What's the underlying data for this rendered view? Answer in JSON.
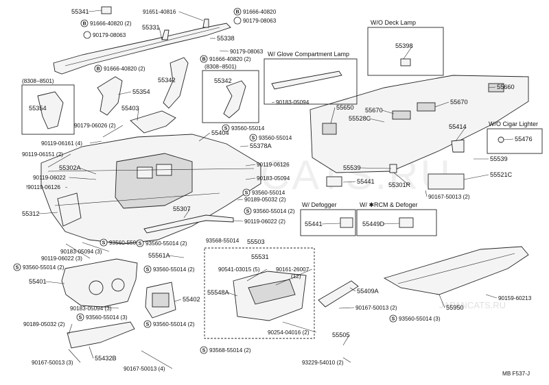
{
  "watermark": {
    "main": "JAPANCATS.RU",
    "sub": "JAPANCATS.RU"
  },
  "footer": {
    "code": "MB  F537-J"
  },
  "boxes": {
    "deck_lamp": "W/O Deck Lamp",
    "glove_lamp": "W/ Glove Compartment Lamp",
    "cigar_lighter": "W/O Cigar Lighter",
    "defogger": "W/ Defogger",
    "rcm_defogger": "W/ ✱RCM & Defoger",
    "range_left": "(8308−8501)",
    "range_mid": "(8308−8501)"
  },
  "labels": [
    {
      "id": "55341",
      "text": "55341"
    },
    {
      "id": "91666-40820-2a",
      "text": "91666-40820 (2)"
    },
    {
      "id": "90179-08063a",
      "text": "90179-08063"
    },
    {
      "id": "91651-40816",
      "text": "91651-40816"
    },
    {
      "id": "91666-40820a",
      "text": "91666-40820"
    },
    {
      "id": "90179-08063b",
      "text": "90179-08063"
    },
    {
      "id": "55331",
      "text": "55331"
    },
    {
      "id": "55338",
      "text": "55338"
    },
    {
      "id": "90179-08063c",
      "text": "90179-08063"
    },
    {
      "id": "91666-40820-2b",
      "text": "91666-40820 (2)"
    },
    {
      "id": "91666-40820-2c",
      "text": "91666-40820 (2)"
    },
    {
      "id": "55354a",
      "text": "55354"
    },
    {
      "id": "55354b",
      "text": "55354"
    },
    {
      "id": "55342a",
      "text": "55342"
    },
    {
      "id": "55342b",
      "text": "55342"
    },
    {
      "id": "55403",
      "text": "55403"
    },
    {
      "id": "90179-06026",
      "text": "90179-06026 (2)"
    },
    {
      "id": "90119-06161",
      "text": "90119-06161 (4)"
    },
    {
      "id": "90119-06151",
      "text": "90119-06151 (2)"
    },
    {
      "id": "55302A",
      "text": "55302A"
    },
    {
      "id": "90119-06022a",
      "text": "90119-06022"
    },
    {
      "id": "90119-06126a",
      "text": "!90119-06126"
    },
    {
      "id": "55312",
      "text": "55312"
    },
    {
      "id": "90183-05094a",
      "text": "90183-05094 (3)"
    },
    {
      "id": "90119-06022-3",
      "text": "90119-06022 (3)"
    },
    {
      "id": "93560-55014-4",
      "text": "93560-55014"
    },
    {
      "id": "93560-55014-2a",
      "text": "93560-55014 (2)"
    },
    {
      "id": "55401",
      "text": "55401"
    },
    {
      "id": "90183-05094-3",
      "text": "90183-05094 (3)"
    },
    {
      "id": "93560-55014-3a",
      "text": "93560-55014 (3)"
    },
    {
      "id": "90189-05032-2a",
      "text": "90189-05032 (2)"
    },
    {
      "id": "55432B",
      "text": "55432B"
    },
    {
      "id": "90167-50013-3",
      "text": "90167-50013 (3)"
    },
    {
      "id": "90167-50013-4",
      "text": "90167-50013 (4)"
    },
    {
      "id": "93560-55014-2b",
      "text": "93560-55014 (2)"
    },
    {
      "id": "55404",
      "text": "55404"
    },
    {
      "id": "90183-05094b",
      "text": "90183-05094"
    },
    {
      "id": "93560-55014b",
      "text": "93560-55014"
    },
    {
      "id": "93560-55014c",
      "text": "93560-55014"
    },
    {
      "id": "55378A",
      "text": "55378A"
    },
    {
      "id": "90119-06126b",
      "text": "90119-06126"
    },
    {
      "id": "90183-05094c",
      "text": "90183-05094"
    },
    {
      "id": "93560-55014d",
      "text": "93560-55014"
    },
    {
      "id": "90189-05032-2b",
      "text": "90189-05032 (2)"
    },
    {
      "id": "55307a",
      "text": "55307"
    },
    {
      "id": "93560-55014-2c",
      "text": "93560-55014 (2)"
    },
    {
      "id": "90119-06022-2a",
      "text": "90119-06022 (2)"
    },
    {
      "id": "93568-55014a",
      "text": "93568-55014"
    },
    {
      "id": "93560-55014-2d",
      "text": "93560-55014 (2)"
    },
    {
      "id": "55561A",
      "text": "55561A"
    },
    {
      "id": "93560-55014-2e",
      "text": "93560-55014 (2)"
    },
    {
      "id": "55402",
      "text": "55402"
    },
    {
      "id": "93560-55014-2f",
      "text": "93560-55014 (2)"
    },
    {
      "id": "55307b",
      "text": "55307"
    },
    {
      "id": "90119-06022-2b",
      "text": "90119-06022 (2)"
    },
    {
      "id": "93568-55014b",
      "text": "93568-55014"
    },
    {
      "id": "55503",
      "text": "55503"
    },
    {
      "id": "55531",
      "text": "55531"
    },
    {
      "id": "90541-03015",
      "text": "90541-03015 (5)"
    },
    {
      "id": "90161-26007",
      "text": "90161-26007"
    },
    {
      "id": "90161-26007q",
      "text": "(12)"
    },
    {
      "id": "55548A",
      "text": "55548A"
    },
    {
      "id": "90254-04016",
      "text": "90254-04016 (2)"
    },
    {
      "id": "93568-55014-2",
      "text": "93568-55014 (2)"
    },
    {
      "id": "55505",
      "text": "55505"
    },
    {
      "id": "93229-54010",
      "text": "93229-54010 (2)"
    },
    {
      "id": "55398",
      "text": "55398"
    },
    {
      "id": "55660",
      "text": "55660"
    },
    {
      "id": "55650",
      "text": "55650"
    },
    {
      "id": "55670a",
      "text": "55670"
    },
    {
      "id": "55670b",
      "text": "55670"
    },
    {
      "id": "55528C",
      "text": "55528C"
    },
    {
      "id": "55414",
      "text": "55414"
    },
    {
      "id": "55476",
      "text": "55476"
    },
    {
      "id": "55539a",
      "text": "55539"
    },
    {
      "id": "55539b",
      "text": "55539"
    },
    {
      "id": "55441a",
      "text": "55441"
    },
    {
      "id": "55301R",
      "text": "55301R"
    },
    {
      "id": "55521C",
      "text": "55521C"
    },
    {
      "id": "90167-50013-2a",
      "text": "90167-50013 (2)"
    },
    {
      "id": "55441b",
      "text": "55441"
    },
    {
      "id": "55449D",
      "text": "55449D"
    },
    {
      "id": "55409A",
      "text": "55409A"
    },
    {
      "id": "90167-50013-2b",
      "text": "90167-50013 (2)"
    },
    {
      "id": "93560-55014-3b",
      "text": "93560-55014 (3)"
    },
    {
      "id": "55950",
      "text": "55950"
    },
    {
      "id": "90159-60213",
      "text": "90159-60213"
    },
    {
      "id": "55307g",
      "text": "55307"
    },
    {
      "id": "90119-06022-2g",
      "text": "90119-06022 (2)"
    },
    {
      "id": "93568-55014g",
      "text": "93568-55014"
    }
  ]
}
